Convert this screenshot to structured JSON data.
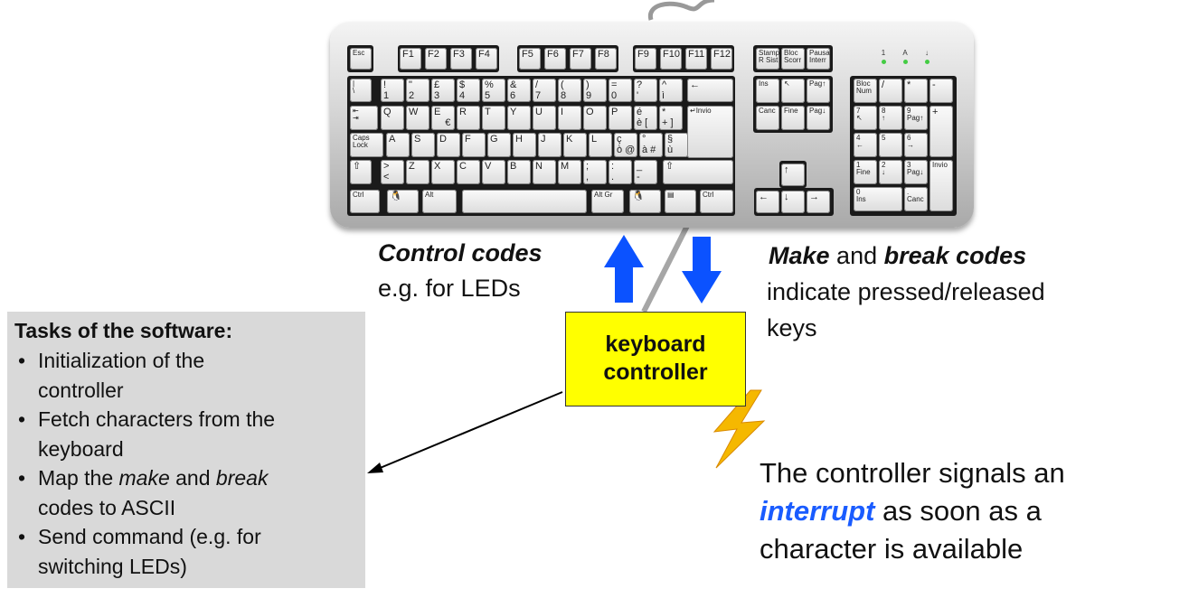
{
  "keyboard": {
    "function_row": [
      "Esc",
      "F1",
      "F2",
      "F3",
      "F4",
      "F5",
      "F6",
      "F7",
      "F8",
      "F9",
      "F10",
      "F11",
      "F12"
    ],
    "system_keys": [
      "Stamp\nR Sist",
      "Bloc\nScorr",
      "Pausa\nInterr"
    ],
    "leds": [
      "1",
      "A",
      "↓"
    ],
    "number_row": [
      "|\n\\",
      "!\n1",
      "\"\n2",
      "£\n3",
      "$\n4",
      "%\n5",
      "&\n6",
      "/\n7",
      "(\n8",
      ")\n9",
      "=\n0",
      "?\n'",
      "^\nì",
      "←"
    ],
    "qwerty_row": [
      "⇤\n⇥",
      "Q",
      "W",
      "E\n    €",
      "R",
      "T",
      "Y",
      "U",
      "I",
      "O",
      "P",
      "é\nè [",
      "*\n+ ]",
      "↵Invio"
    ],
    "home_row": [
      "Caps\nLock",
      "A",
      "S",
      "D",
      "F",
      "G",
      "H",
      "J",
      "K",
      "L",
      "ç\nò @",
      "°\nà #",
      "§\nù"
    ],
    "shift_row": [
      "⇧",
      "> \n<",
      "Z",
      "X",
      "C",
      "V",
      "B",
      "N",
      "M",
      ";\n,",
      ":\n.",
      "_\n-",
      "⇧"
    ],
    "bottom_row": [
      "Ctrl",
      "🐧",
      "Alt",
      "",
      "Alt Gr",
      "🐧",
      "▤",
      "Ctrl"
    ],
    "nav": [
      "Ins",
      "↖",
      "Pag↑",
      "Canc",
      "Fine",
      "Pag↓"
    ],
    "arrows": [
      "↑",
      "←",
      "↓",
      "→"
    ],
    "numpad": [
      "Bloc\nNum",
      "/",
      "*",
      "-",
      "7\n↖",
      "8\n↑",
      "9\nPag↑",
      "+",
      "4\n←",
      "5",
      "6\n→",
      "1\nFine",
      "2\n↓",
      "3\nPag↓",
      "Invio",
      "0\nIns",
      ".\nCanc"
    ]
  },
  "labels": {
    "control_codes": "Control codes",
    "control_codes_sub": "e.g. for LEDs",
    "make": "Make",
    "and": " and ",
    "break_codes": "break codes",
    "make_break_line2": "indicate pressed/released",
    "make_break_line3": "keys",
    "controller_line1": "keyboard",
    "controller_line2": "controller",
    "interrupt_line1": "The controller signals an",
    "interrupt_word": "interrupt",
    "interrupt_rest": " as soon as a",
    "interrupt_line3": "character is available"
  },
  "tasks": {
    "title": "Tasks of the software:",
    "items": [
      {
        "lines": [
          "Initialization of the",
          "controller"
        ]
      },
      {
        "lines": [
          "Fetch characters from the",
          "keyboard"
        ]
      },
      {
        "pre": "Map the ",
        "em1": "make",
        "mid": " and ",
        "em2": "break",
        "line2": "codes to ASCII"
      },
      {
        "lines": [
          "Send command (e.g. for",
          "switching LEDs)"
        ]
      }
    ]
  },
  "colors": {
    "arrow_blue": "#0b52ff",
    "controller_fill": "#ffff00",
    "interrupt_blue": "#1a5cff",
    "panel_gray": "#d9d9d9",
    "bolt": "#f5b800"
  }
}
